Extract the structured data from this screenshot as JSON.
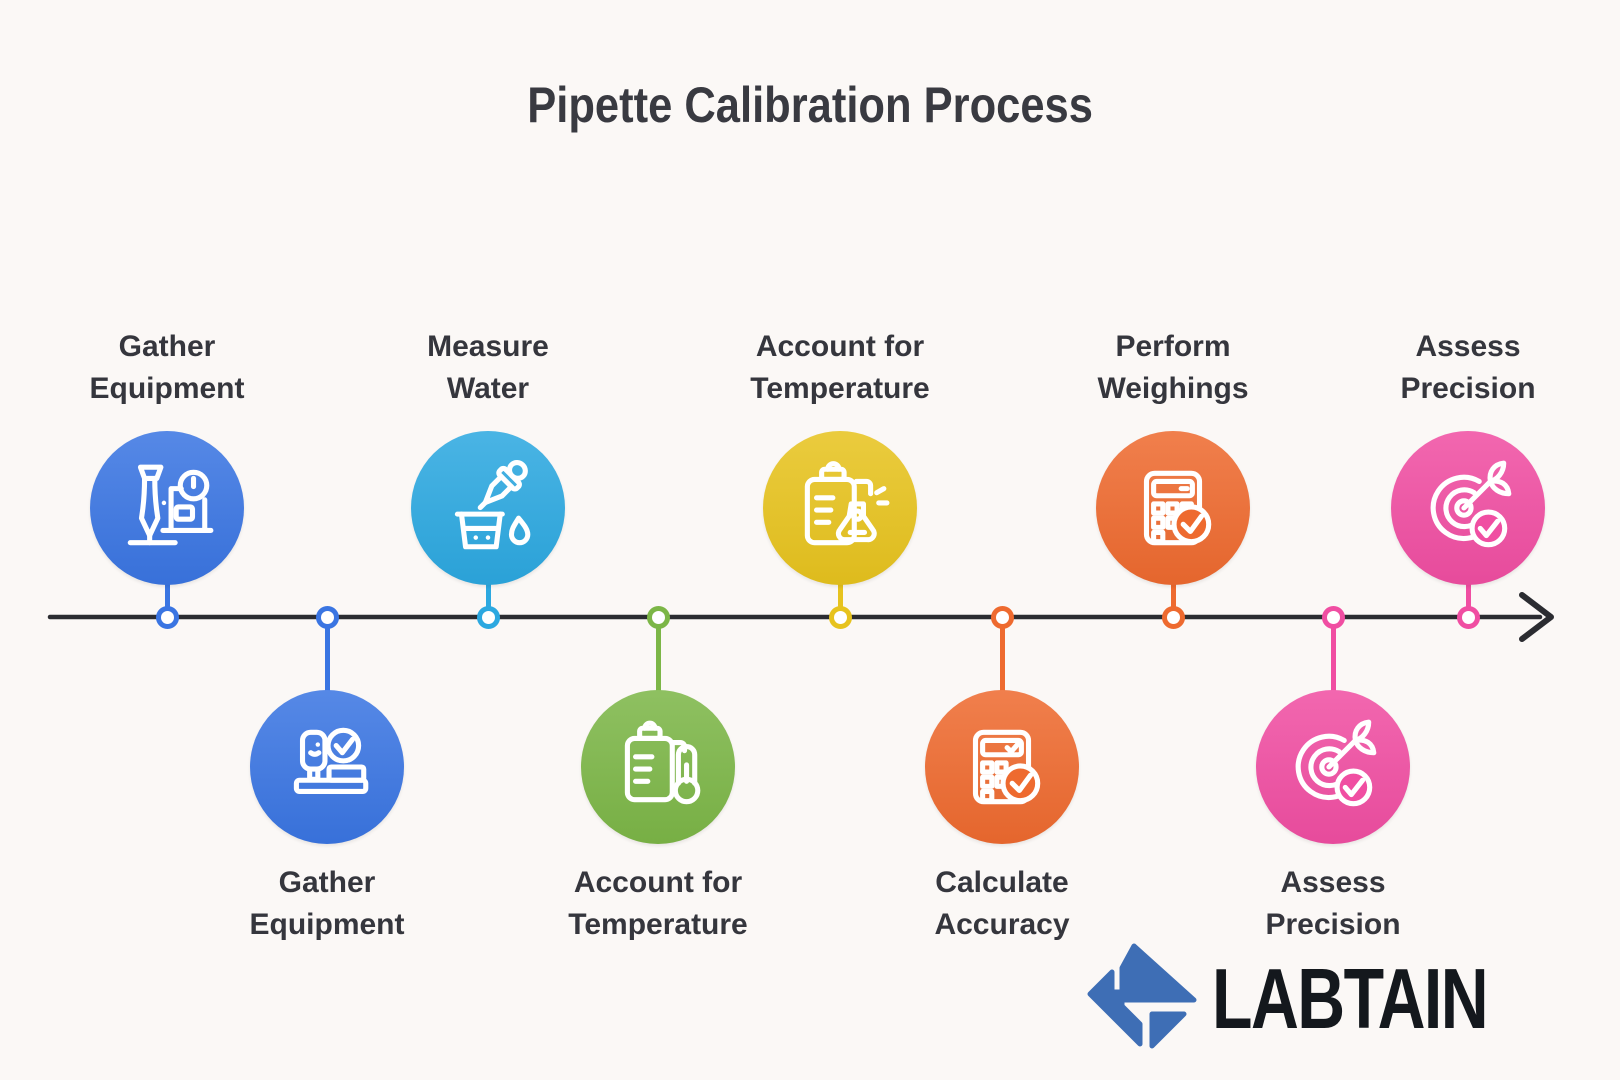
{
  "title": "Pipette Calibration Process",
  "timeline": {
    "axis_color": "#2b2c31",
    "steps": [
      {
        "label": "Gather\nEquipment",
        "color": "#3a75e2",
        "position": "top",
        "icon": "pipette-scale-icon"
      },
      {
        "label": "Gather\nEquipment",
        "color": "#3a75e2",
        "position": "bottom",
        "icon": "bottle-check-icon"
      },
      {
        "label": "Measure\nWater",
        "color": "#2ca8e0",
        "position": "top",
        "icon": "dropper-beaker-icon"
      },
      {
        "label": "Account for\nTemperature",
        "color": "#7cb647",
        "position": "bottom",
        "icon": "clipboard-thermometer-icon"
      },
      {
        "label": "Account for\nTemperature",
        "color": "#e7c31e",
        "position": "top",
        "icon": "clipboard-flask-icon"
      },
      {
        "label": "Calculate\nAccuracy",
        "color": "#ee6a2f",
        "position": "bottom",
        "icon": "calculator-display-check-icon"
      },
      {
        "label": "Perform\nWeighings",
        "color": "#ee6a2f",
        "position": "top",
        "icon": "calculator-check-icon"
      },
      {
        "label": "Assess\nPrecision",
        "color": "#f04ea2",
        "position": "bottom",
        "icon": "target-check-icon"
      },
      {
        "label": "Assess\nPrecision",
        "color": "#f04ea2",
        "position": "top",
        "icon": "target-check-icon"
      }
    ]
  },
  "logo": {
    "text": "LABTAIN",
    "mark_icon": "labtain-mark-icon",
    "mark_color": "#3e6eb5",
    "text_color": "#14181d"
  }
}
